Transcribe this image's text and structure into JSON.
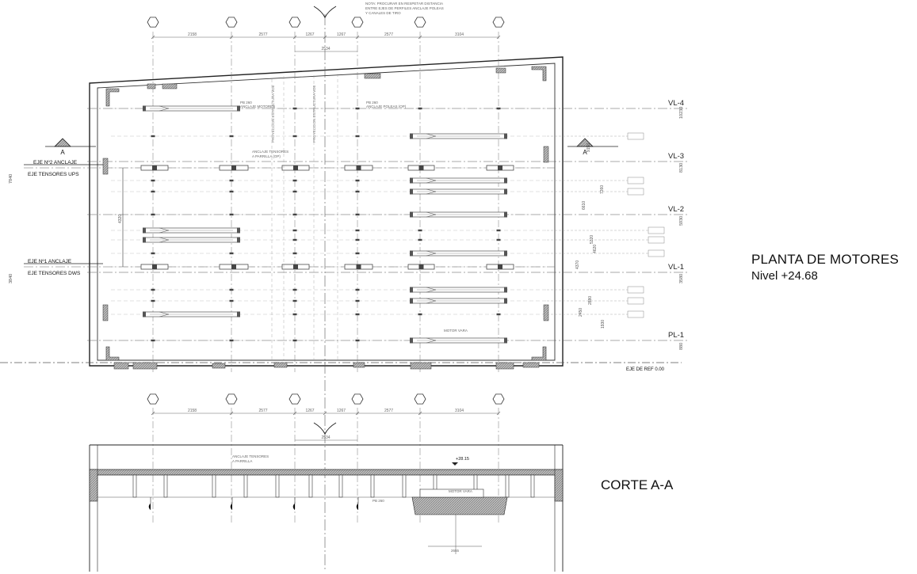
{
  "drawing": {
    "title": "PLANTA DE MOTORES",
    "level": "Nivel +24.68",
    "section_title": "CORTE A-A"
  },
  "note": {
    "line1": "NOTA: PROCURAR EN RESPETAR DISTANCIA",
    "line2": "ENTRE EJES DE PERFILES ANCLAJE POLEAS",
    "line3": "Y CANALES DE TIRO"
  },
  "top_dims": [
    "2158",
    "2577",
    "1267",
    "1267",
    "2577",
    "3104"
  ],
  "top_subdim": "2534",
  "bottom_dims": [
    "2158",
    "2577",
    "1267",
    "1267",
    "2577",
    "3104"
  ],
  "bottom_subdim": "2534",
  "levels": [
    {
      "label": "VL-4",
      "dim": "10230"
    },
    {
      "label": "VL-3",
      "dim": "8130"
    },
    {
      "label": "VL-2",
      "dim": "5930"
    },
    {
      "label": "VL-1",
      "dim": "3580"
    },
    {
      "label": "PL-1",
      "dim": "880"
    }
  ],
  "left_labels": {
    "anchor2": "EJE Nº2 ANCLAJE",
    "tensors_ups": "EJE TENSORES UPS",
    "anchor1": "EJE Nº1 ANCLAJE",
    "tensors_dws": "EJE TENSORES DWS",
    "dim_upper": "7840",
    "dim_lower": "3840",
    "inner_dim": "4320"
  },
  "section_marks": {
    "left": "A",
    "right": "A"
  },
  "ref_axis": "EJE DE REF 0.00",
  "inner_dims": [
    "9150",
    "7260",
    "6610",
    "5320",
    "4620",
    "4370",
    "2880",
    "2450",
    "1930"
  ],
  "plan_notes": {
    "pb_motors": "PB 260",
    "pb_motors2": "ANCLAJE MOTORES",
    "pb_pulleys": "PB 260",
    "pb_pulleys2": "ANCLAJE POLEAS (OP)",
    "tensors1": "ANCLAJE TENSORES",
    "tensors2": "A PARRILLA (OP)",
    "motor_vara": "MOTOR VARA",
    "proj_left": "PROYECCION ESTRUCTURA VDE",
    "proj_right": "PROYECCION ESTRUCTURA VDE"
  },
  "section_notes": {
    "level": "+28.15",
    "tensors1": "ANCLAJE TENSORES",
    "tensors2": "A PARRILLA",
    "pb": "PB 260",
    "motor": "MOTOR VARA",
    "dim": "2655"
  }
}
